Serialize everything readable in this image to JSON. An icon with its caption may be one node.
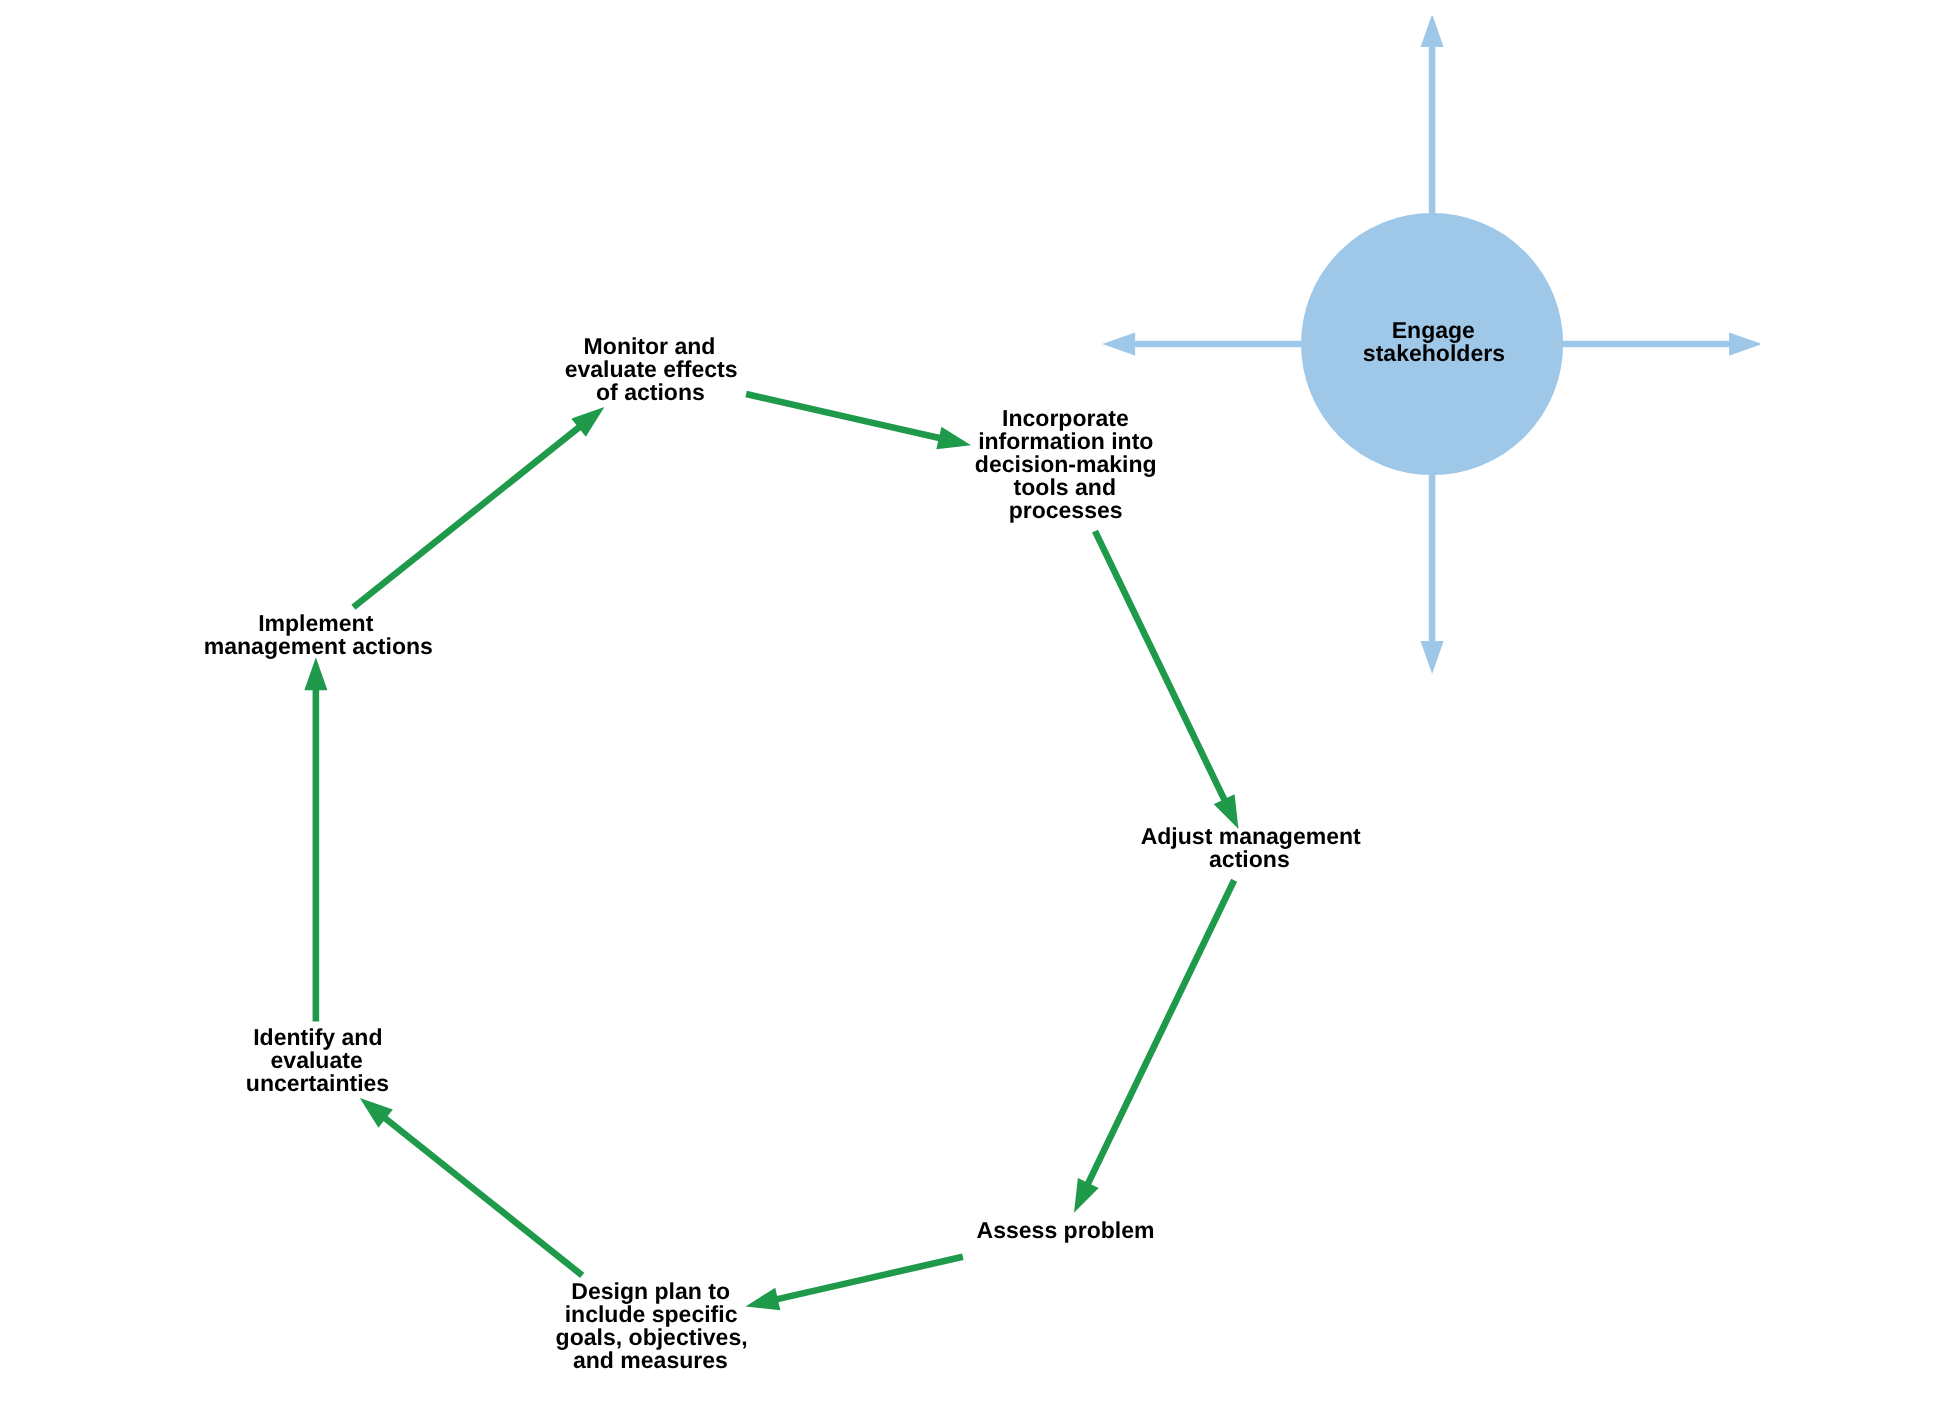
{
  "diagram": {
    "nodes": [
      {
        "text": [
          "Engage stakeholders"
        ]
      },
      {
        "text": [
          "Assess problem"
        ]
      },
      {
        "text": [
          "Design plan to include specific goals, objectives, and measures"
        ]
      },
      {
        "text": [
          "Identify and evaluate uncertainties"
        ]
      },
      {
        "text": [
          "Implement management actions"
        ]
      },
      {
        "text": [
          "Monitor and evaluate effects of actions"
        ]
      },
      {
        "text": [
          "Incorporate information into decision-making tools and processes"
        ]
      },
      {
        "text": [
          "Adjust management actions"
        ]
      }
    ],
    "edges": [
      {
        "from": 7,
        "to": 1,
        "arrow": "to"
      },
      {
        "from": 1,
        "to": 2,
        "arrow": "to"
      },
      {
        "from": 2,
        "to": 3,
        "arrow": "to"
      },
      {
        "from": 3,
        "to": 4,
        "arrow": "to"
      },
      {
        "from": 4,
        "to": 5,
        "arrow": "to"
      },
      {
        "from": 5,
        "to": 6,
        "arrow": "to"
      },
      {
        "from": 6,
        "to": 7,
        "arrow": "to"
      },
      {
        "from": 0,
        "to": null,
        "arrow": "to",
        "color": "#9fc8e8"
      },
      {
        "from": 0,
        "to": null,
        "arrow": "to",
        "color": "#9fc8e8"
      },
      {
        "from": 0,
        "to": null,
        "arrow": "to",
        "color": "#9fc8e8"
      },
      {
        "from": 0,
        "to": null,
        "arrow": "to",
        "color": "#9fc8e8"
      }
    ]
  }
}
